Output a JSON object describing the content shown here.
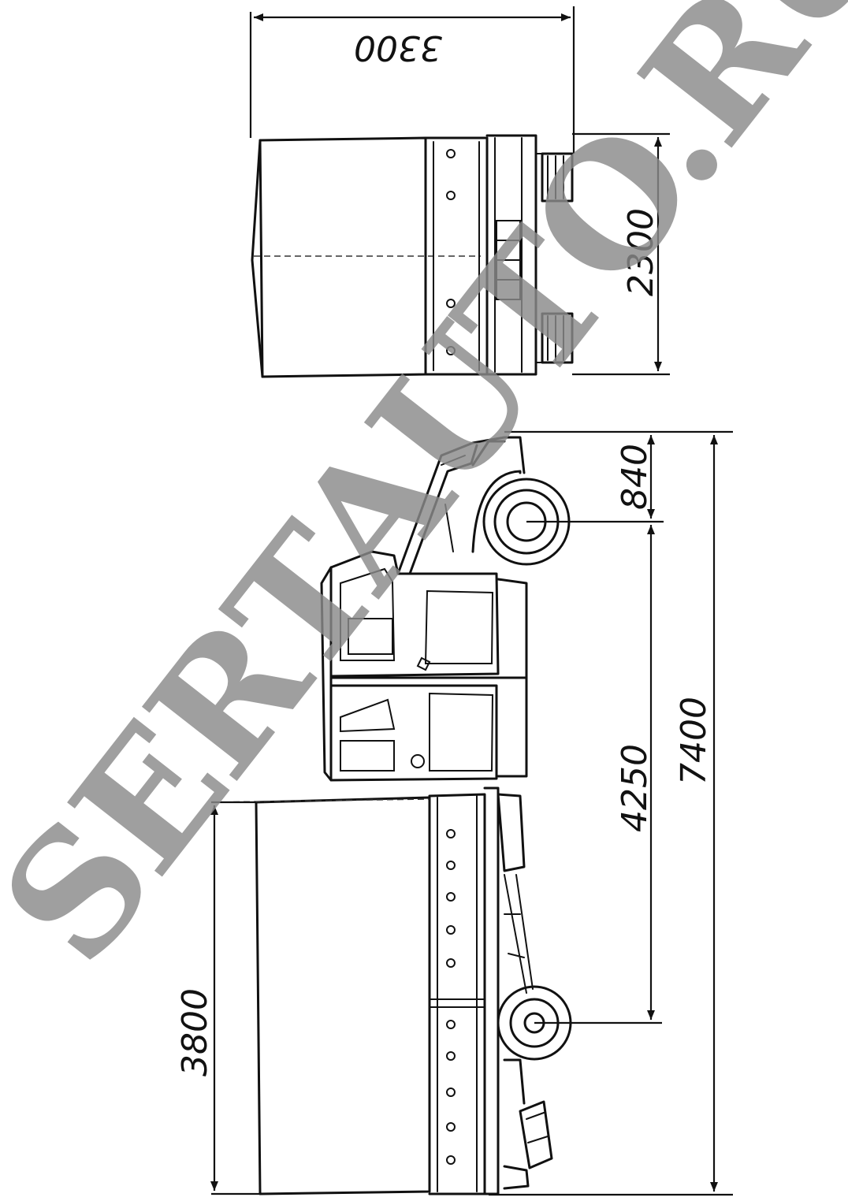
{
  "dimensions": {
    "top_width": "3300",
    "top_height": "2300",
    "front_overhang": "840",
    "wheelbase": "4250",
    "overall_length": "7400",
    "body_length": "3800"
  },
  "watermark": "SERTAUTO.RU"
}
